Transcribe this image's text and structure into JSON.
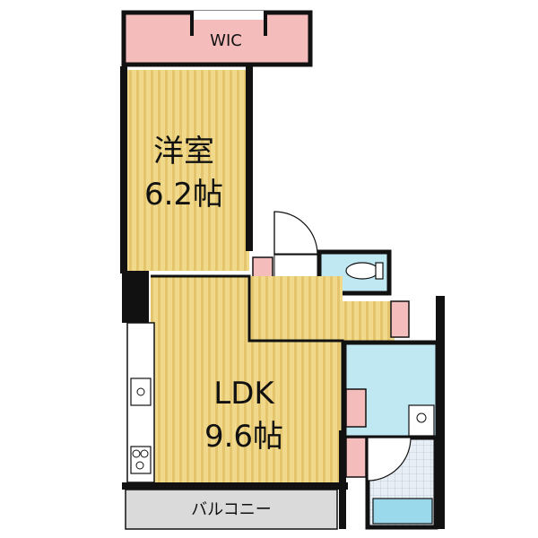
{
  "rooms": {
    "wic": "WIC",
    "western": {
      "name": "洋室",
      "size": "6.2帖"
    },
    "ldk": {
      "name": "LDK",
      "size": "9.6帖"
    },
    "balcony": "バルコニー"
  },
  "colors": {
    "wic": "#f5bcbc",
    "floor_wood": "#f1d98c",
    "floor_stripe": "#e4c46c",
    "wet_area": "#bfe8f2",
    "closet": "#f5bcbc",
    "balcony": "#dadada",
    "wall": "#111111",
    "tile": "#e8eef6",
    "bathtub": "#9ad8ec"
  },
  "icons": [
    "door-swing-icon",
    "toilet-icon",
    "sink-icon",
    "kitchen-sink-icon",
    "stove-icon",
    "washbasin-icon",
    "bathtub-icon"
  ]
}
